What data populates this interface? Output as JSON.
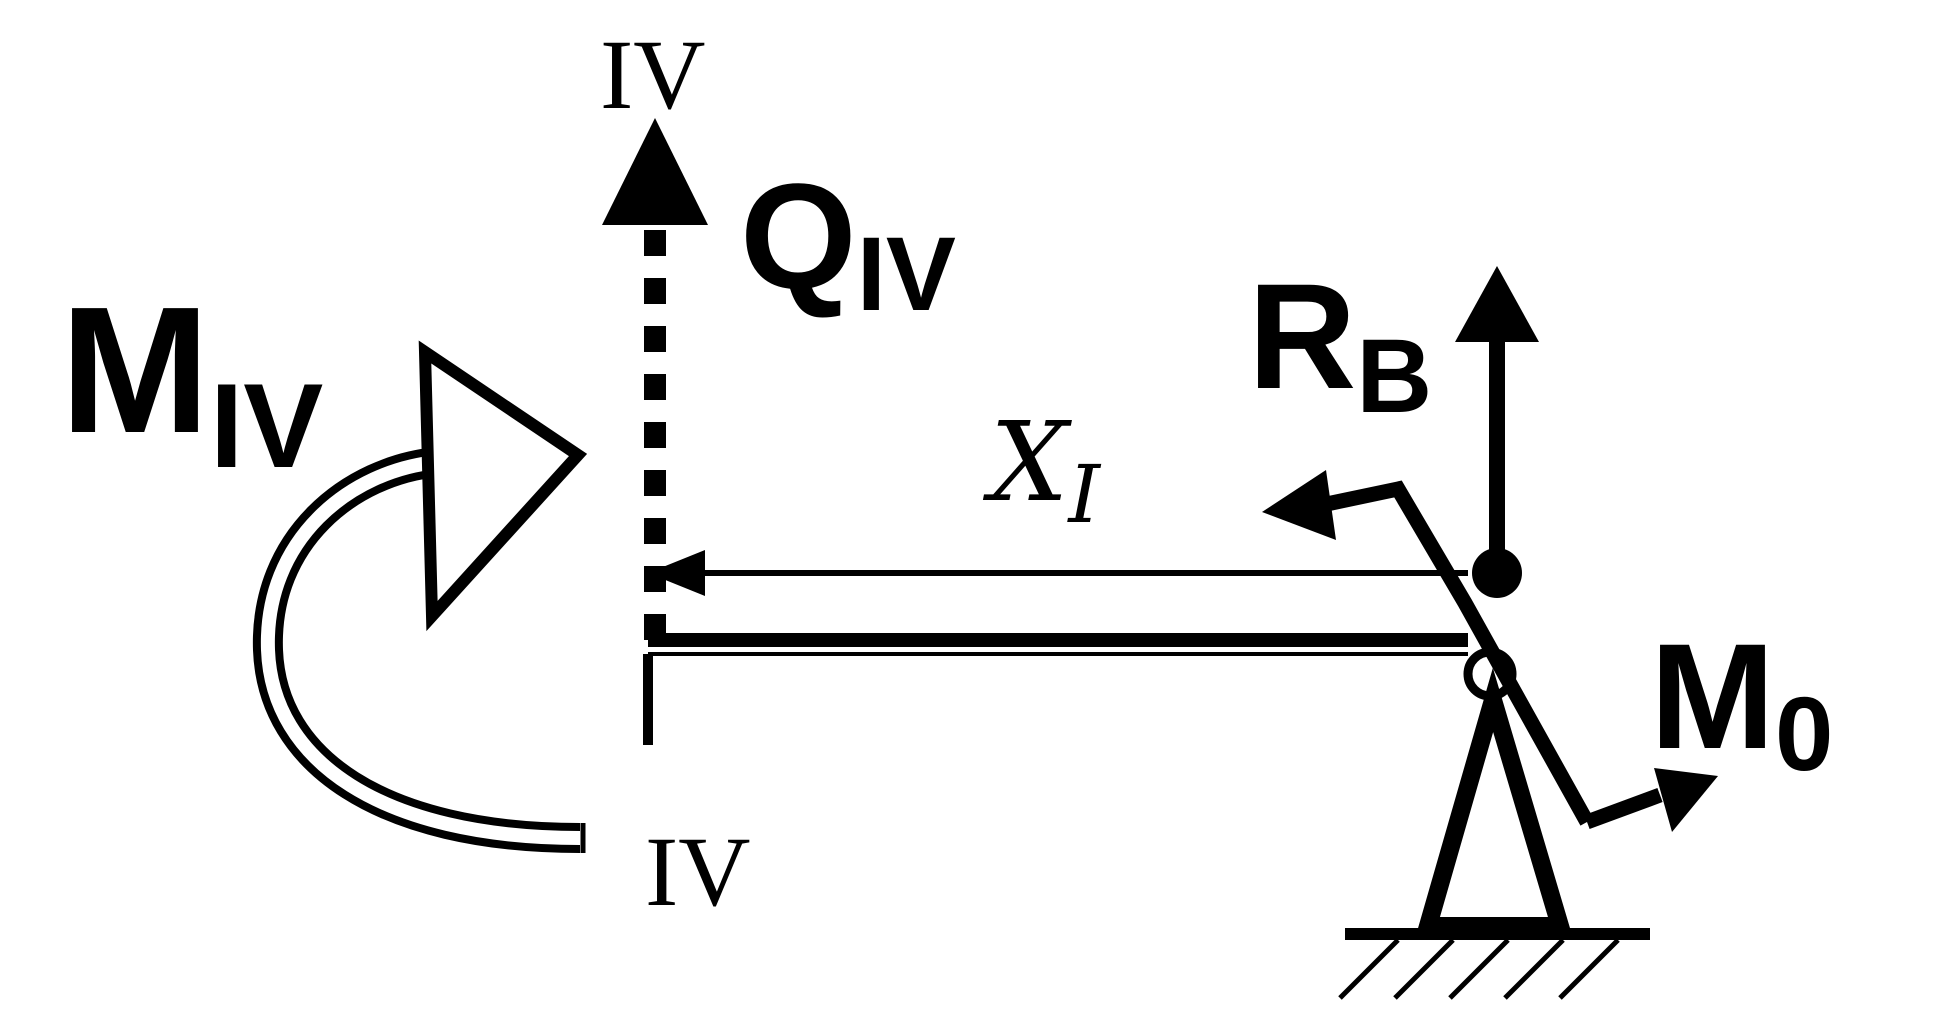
{
  "section_labels": {
    "top": "IV",
    "bottom": "IV"
  },
  "shear_force": {
    "symbol": "Q",
    "subscript": "IV"
  },
  "bending_moment": {
    "symbol": "M",
    "subscript": "IV"
  },
  "reaction": {
    "symbol": "R",
    "subscript": "B"
  },
  "applied_moment": {
    "symbol": "M",
    "subscript": "0"
  },
  "distance": {
    "symbol": "X",
    "subscript": "I"
  },
  "colors": {
    "ink": "#000000",
    "paper": "#ffffff"
  }
}
